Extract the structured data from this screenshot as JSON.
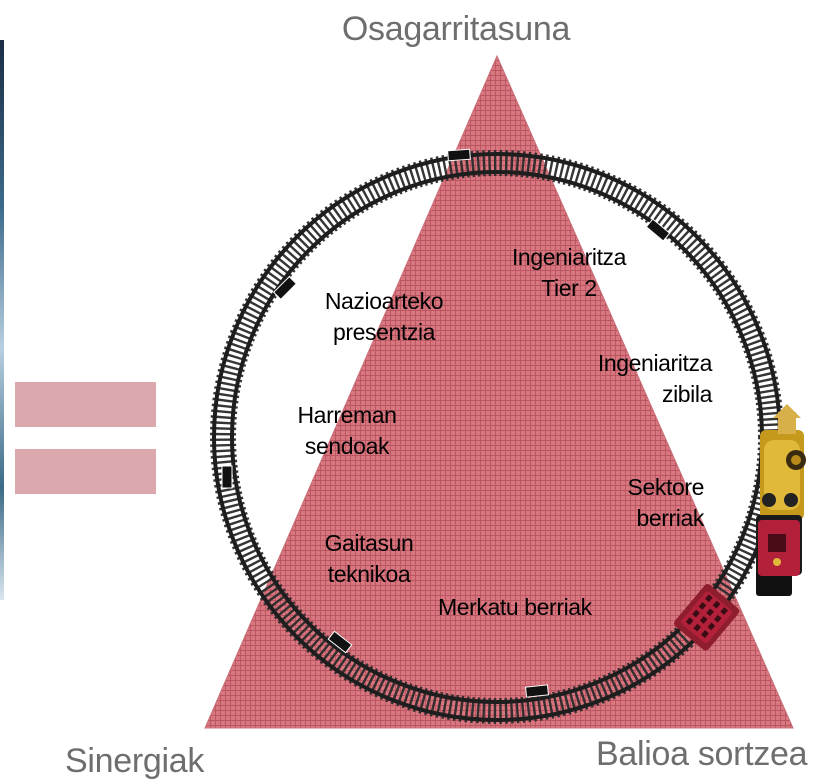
{
  "vertices": {
    "top": "Osagarritasuna",
    "bottom_left": "Sinergiak",
    "bottom_right": "Balioa sortzea"
  },
  "ring_labels": {
    "nazioarteko": [
      "Nazioarteko",
      "presentzia"
    ],
    "ingeniaritza_tier": [
      "Ingeniaritza",
      "Tier 2"
    ],
    "ingeniaritza_zibila": [
      "Ingeniaritza",
      "zibila"
    ],
    "harreman": [
      "Harreman",
      "sendoak"
    ],
    "sektore": [
      "Sektore",
      "berriak"
    ],
    "gaitasun": [
      "Gaitasun",
      "teknikoa"
    ],
    "merkatu": "Merkatu berriak"
  },
  "colors": {
    "triangle_fill": "#d26670",
    "triangle_grid": "#b84753",
    "track_rail": "#1e1e1e",
    "sleeper": "#2a2a2a",
    "equals_bars": "#dba9ad",
    "vertex_text": "#6e6e6e",
    "train_body": "#c59a1c",
    "train_car": "#b3203a"
  },
  "icons": [
    "train-locomotive-icon",
    "train-wagon-icon",
    "equals-sign-icon"
  ]
}
